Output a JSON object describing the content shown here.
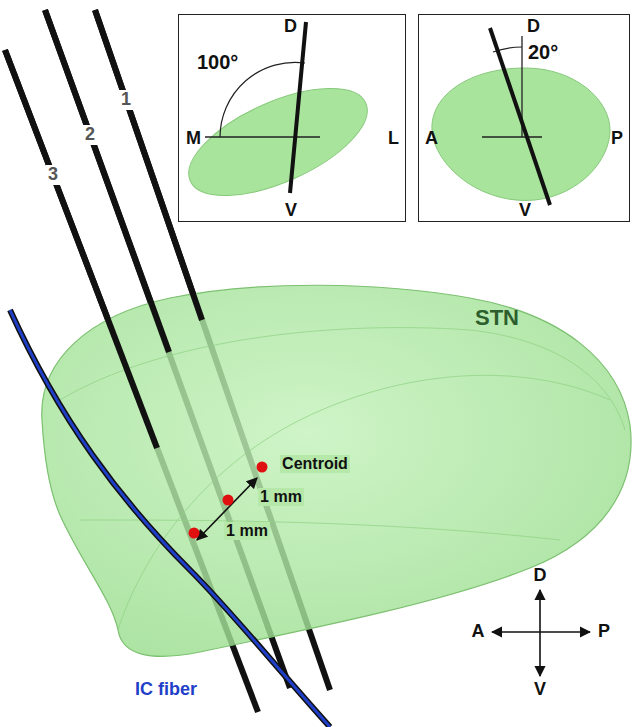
{
  "diagram": {
    "nodes": [
      {
        "text": [
          "D",
          "100°",
          "M",
          "L",
          "V"
        ]
      },
      {
        "text": [
          "D",
          "20°",
          "A",
          "P",
          "V"
        ]
      }
    ],
    "labels": [
      "1",
      "2",
      "3",
      "STN",
      "Centroid",
      "1 mm",
      "1 mm",
      "IC fiber",
      "D",
      "A",
      "P",
      "V"
    ]
  }
}
